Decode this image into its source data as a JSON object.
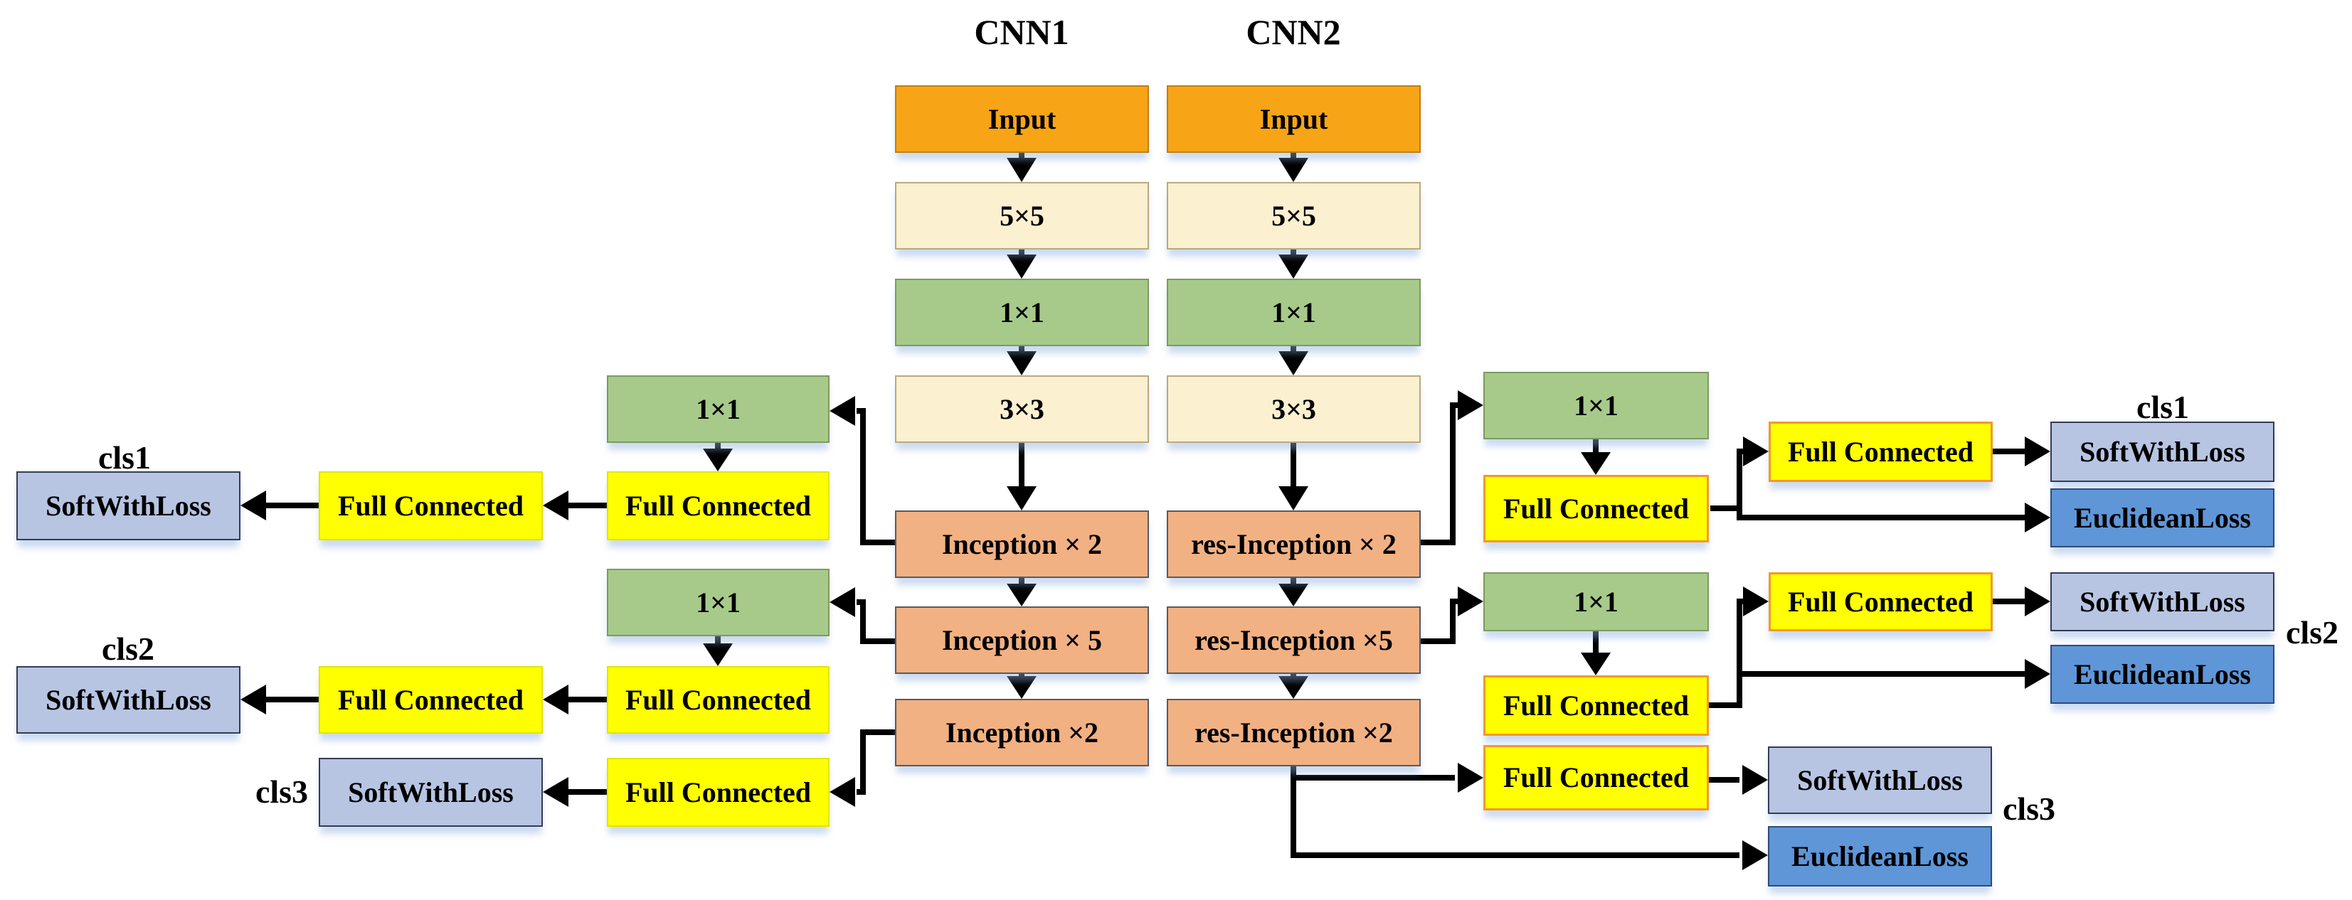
{
  "cnn1": {
    "title": "CNN1",
    "layers": [
      "Input",
      "5×5",
      "1×1",
      "3×3",
      "Inception × 2",
      "Inception × 5",
      "Inception ×2"
    ]
  },
  "cnn2": {
    "title": "CNN2",
    "layers": [
      "Input",
      "5×5",
      "1×1",
      "3×3",
      "res-Inception × 2",
      "res-Inception ×5",
      "res-Inception ×2"
    ]
  },
  "left": {
    "cls1": {
      "label": "cls1",
      "conv": "1×1",
      "fc": "Full Connected",
      "fc2": "Full Connected",
      "loss": "SoftWithLoss"
    },
    "cls2": {
      "label": "cls2",
      "conv": "1×1",
      "fc": "Full Connected",
      "fc2": "Full Connected",
      "loss": "SoftWithLoss"
    },
    "cls3": {
      "label": "cls3",
      "fc": "Full Connected",
      "loss": "SoftWithLoss"
    }
  },
  "right": {
    "cls1": {
      "label": "cls1",
      "conv": "1×1",
      "fc": "Full Connected",
      "fc2": "Full Connected",
      "soft": "SoftWithLoss",
      "euclidean": "EuclideanLoss"
    },
    "cls2": {
      "label": "cls2",
      "conv": "1×1",
      "fc": "Full Connected",
      "fc2": "Full Connected",
      "soft": "SoftWithLoss",
      "euclidean": "EuclideanLoss"
    },
    "cls3": {
      "label": "cls3",
      "fc": "Full Connected",
      "soft": "SoftWithLoss",
      "euclidean": "EuclideanLoss"
    }
  },
  "colors": {
    "input": "#F7A516",
    "conv_5x5": "#FBF0D0",
    "conv_1x1": "#A7CA8B",
    "inception": "#F1B183",
    "full_connected": "#FFFF00",
    "full_connected_accent_border": "#F2992C",
    "softwithloss": "#B7C5E3",
    "euclideanloss": "#5E96D8",
    "connector": "#000000"
  }
}
